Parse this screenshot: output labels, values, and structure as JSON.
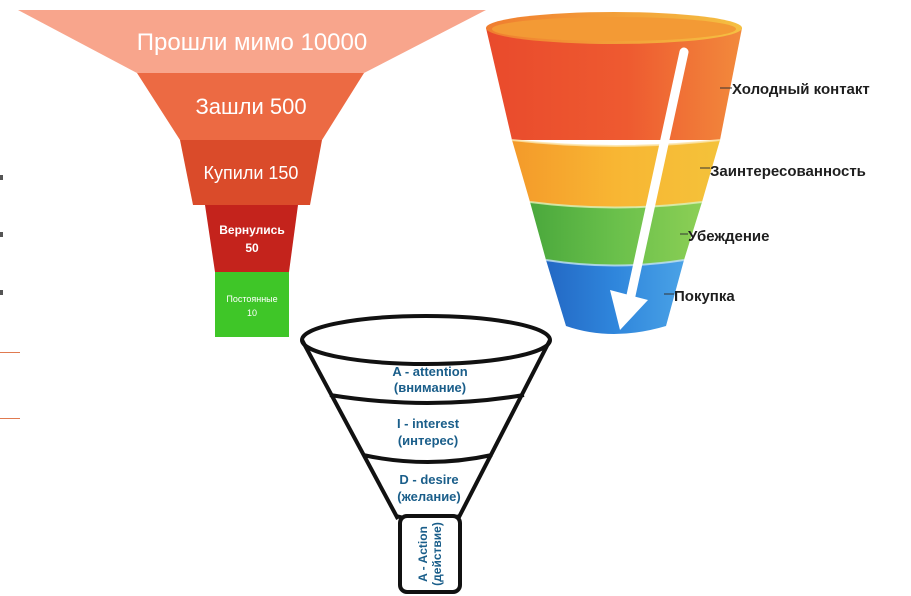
{
  "funnel_left": {
    "stages": [
      {
        "label": "Прошли мимо 10000",
        "color": "#f8a58c"
      },
      {
        "label": "Зашли 500",
        "color": "#ec6a43"
      },
      {
        "label": "Купили 150",
        "color": "#da4b2a"
      },
      {
        "label_line1": "Вернулись",
        "label_line2": "50",
        "color": "#c4231c"
      },
      {
        "label_line1": "Постоянные",
        "label_line2": "10",
        "color": "#3fc628"
      }
    ]
  },
  "funnel_right": {
    "stages": [
      {
        "label": "Холодный контакт",
        "color": "#e8452c"
      },
      {
        "label": "Заинтересованность",
        "color": "#f5a623"
      },
      {
        "label": "Убеждение",
        "color": "#5cb843"
      },
      {
        "label": "Покупка",
        "color": "#2a7fd4"
      }
    ]
  },
  "funnel_aida": {
    "stages": [
      {
        "line1": "A - attention",
        "line2": "(внимание)"
      },
      {
        "line1": "I - interest",
        "line2": "(интерес)"
      },
      {
        "line1": "D - desire",
        "line2": "(желание)"
      },
      {
        "line1": "A - Action",
        "line2": "(действие)"
      }
    ],
    "text_color": "#1a5e8a"
  }
}
